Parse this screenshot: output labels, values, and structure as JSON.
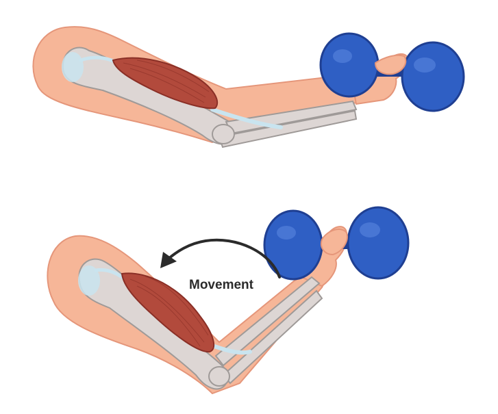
{
  "diagram": {
    "panels": [
      {
        "id": "extended",
        "parts": [
          "upper-arm",
          "biceps-muscle",
          "humerus",
          "forearm",
          "radius",
          "ulna",
          "tendon",
          "hand",
          "dumbbell"
        ]
      },
      {
        "id": "flexed",
        "parts": [
          "upper-arm",
          "biceps-muscle",
          "humerus",
          "forearm",
          "radius",
          "ulna",
          "tendon",
          "hand",
          "dumbbell"
        ]
      }
    ],
    "movement_label": "Movement",
    "colors": {
      "skin": "#f6b698",
      "skin_outline": "#e5967a",
      "bone": "#ddd6d4",
      "bone_outline": "#9f9a98",
      "muscle": "#b24a3c",
      "muscle_dark": "#8a2f26",
      "tendon": "#c9e4ef",
      "dumbbell": "#2f5fc4",
      "dumbbell_dark": "#1f3f92",
      "arrow": "#2b2b2b"
    }
  }
}
